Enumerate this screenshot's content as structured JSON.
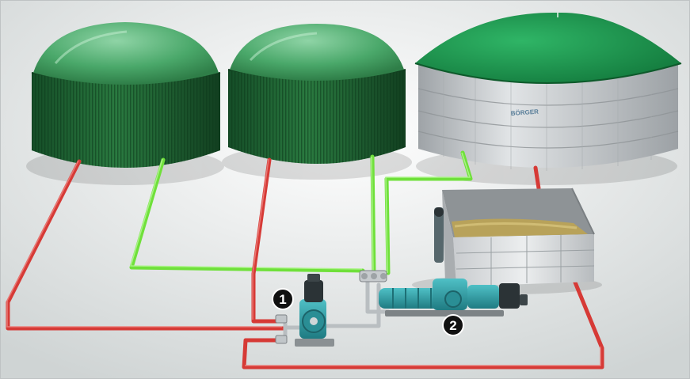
{
  "diagram": {
    "colors": {
      "background": "#e9ecec",
      "hot_pipe": "#d63a36",
      "return_pipe": "#6fe03a",
      "digester_wall": "#1f6a35",
      "digester_dome": "#4aa86a",
      "storage_roof": "#1e9a52",
      "storage_wall": "#c6cacd",
      "pump_body": "#2f9fa6",
      "feeder_bin": "#d9dcde",
      "substrate": "#b8a25a"
    },
    "tanks": {
      "digester_1": {
        "icon": "dome-digester-icon"
      },
      "digester_2": {
        "icon": "dome-digester-icon"
      },
      "storage": {
        "icon": "storage-tank-icon",
        "logo_text": "BÖRGER"
      }
    },
    "feeder": {
      "icon": "solids-feeder-bin-icon"
    },
    "markers": [
      {
        "label": "1",
        "component": "rotary-lobe-pump"
      },
      {
        "label": "2",
        "component": "screw-feeder-pump"
      }
    ]
  }
}
